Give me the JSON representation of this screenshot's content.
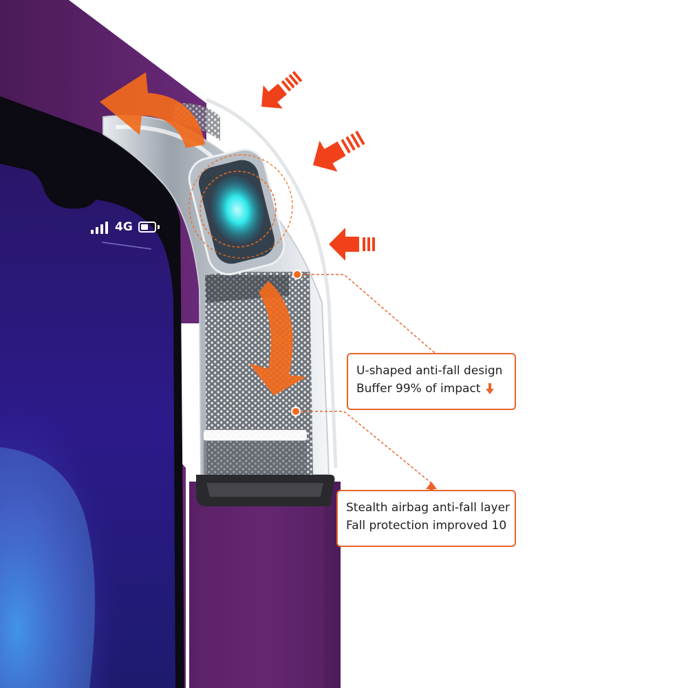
{
  "status_bar": {
    "network": "4G"
  },
  "callouts": [
    {
      "line1": "U-shaped anti-fall design",
      "line2": "Buffer 99% of impact"
    },
    {
      "line1": "Stealth airbag anti-fall layer",
      "line2": "Fall protection improved 10"
    }
  ],
  "colors": {
    "accent_orange": "#e8642a",
    "arrow_orange": "#f26a1b",
    "impact_red": "#f0411a",
    "case_purple": "#5b2266",
    "screen_blue": "#2b1670",
    "airbag_glow": "#2fe8ea"
  },
  "icons": [
    "impact-arrow-icon",
    "rotation-arrow-icon",
    "down-arrow-icon",
    "up-arrow-icon",
    "signal-bars-icon",
    "battery-icon"
  ]
}
